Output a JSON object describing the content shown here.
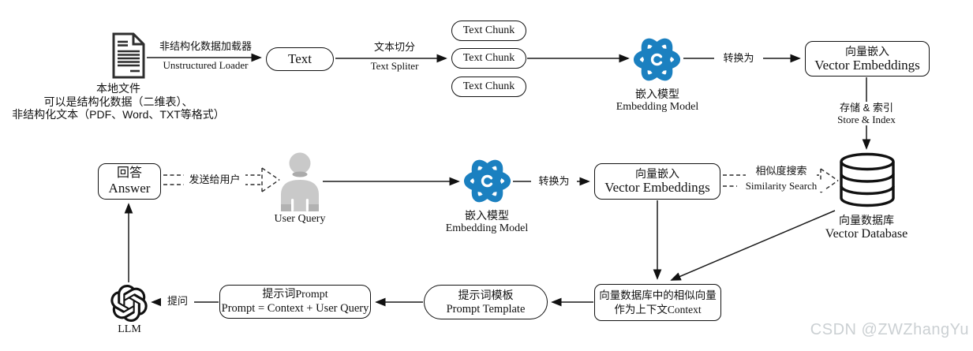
{
  "diagram": {
    "local_file": {
      "title": "本地文件",
      "desc_line1": "可以是结构化数据（二维表）、",
      "desc_line2": "非结构化文本（PDF、Word、TXT等格式）"
    },
    "text_node": "Text",
    "text_chunks": [
      "Text Chunk",
      "Text Chunk",
      "Text Chunk"
    ],
    "embedding_model_top": {
      "zh": "嵌入模型",
      "en": "Embedding Model"
    },
    "vector_embeddings_top": {
      "zh": "向量嵌入",
      "en": "Vector Embeddings"
    },
    "vector_database": {
      "zh": "向量数据库",
      "en": "Vector Database"
    },
    "answer": {
      "zh": "回答",
      "en": "Answer"
    },
    "user_query": "User Query",
    "embedding_model_mid": {
      "zh": "嵌入模型",
      "en": "Embedding Model"
    },
    "vector_embeddings_mid": {
      "zh": "向量嵌入",
      "en": "Vector Embeddings"
    },
    "llm": "LLM",
    "prompt": {
      "zh": "提示词Prompt",
      "en": "Prompt = Context + User Query"
    },
    "prompt_template": {
      "zh": "提示词模板",
      "en": "Prompt Template"
    },
    "similar_vectors": {
      "line1": "向量数据库中的相似向量",
      "line2": "作为上下文Context"
    },
    "edges": {
      "unstructured_loader": {
        "zh": "非结构化数据加载器",
        "en": "Unstructured Loader"
      },
      "text_splitter": {
        "zh": "文本切分",
        "en": "Text Spliter"
      },
      "convert_top": "转换为",
      "store_index": {
        "zh": "存储 & 索引",
        "en": "Store & Index"
      },
      "send_to_user": "发送给用户",
      "convert_mid": "转换为",
      "similarity_search": {
        "zh": "相似度搜索",
        "en": "Similarity Search"
      },
      "ask": "提问"
    }
  },
  "watermark": "CSDN @ZWZhangYu",
  "colors": {
    "atom_blue": "#1b80c0",
    "stroke": "#1a1a1a",
    "user_gray": "#c9c9c9",
    "user_gray_dark": "#aeaeae",
    "watermark_gray": "#cbd0d3"
  }
}
